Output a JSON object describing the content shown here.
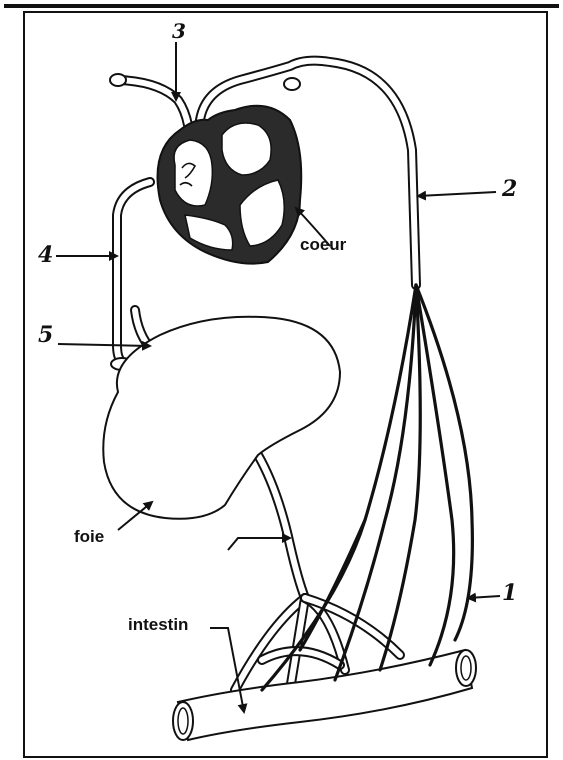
{
  "labels": {
    "n1": "1",
    "n2": "2",
    "n3": "3",
    "n4": "4",
    "n5": "5",
    "coeur": "coeur",
    "foie": "foie",
    "intestin": "intestin"
  },
  "colors": {
    "ink": "#111111",
    "paper": "#ffffff",
    "heart_wall": "#2b2b2b"
  }
}
